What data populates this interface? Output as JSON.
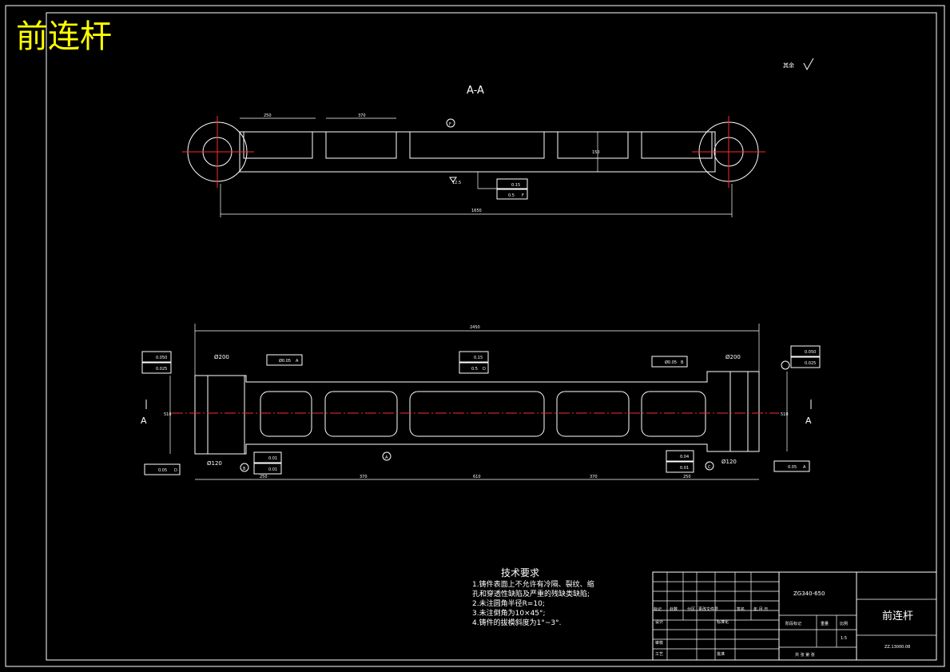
{
  "drawing": {
    "header_title": "前连杆",
    "roughness_note": "其余",
    "section_label": "A-A",
    "cut_mark": "A",
    "colors": {
      "background": "#000000",
      "line": "#ffffff",
      "centerline": "#ff2a2a",
      "title": "#ffff00",
      "hatch": "#ffffff"
    }
  },
  "section_view": {
    "dims": [
      "250",
      "370",
      "1650",
      "150"
    ],
    "tolerances": [
      "0.15",
      "0.5",
      "F"
    ],
    "datum": "F",
    "roughness": "12.5"
  },
  "plan_view": {
    "overall_dim": "2450",
    "left_bore": "Ø200",
    "right_bore": "Ø200",
    "bottom_dims": [
      "250",
      "370",
      "610",
      "370",
      "250"
    ],
    "heights": [
      "510",
      "510"
    ],
    "tolerances": {
      "left_top": [
        "0.050",
        "0.025"
      ],
      "left_pos": [
        "Ø0.05",
        "A"
      ],
      "mid_top": [
        "0.15",
        "0.5",
        "D"
      ],
      "right_pos": [
        "Ø0.05",
        "B"
      ],
      "right_top": [
        "0.050",
        "0.025"
      ],
      "left_bottom_perp": [
        "0.05",
        "D"
      ],
      "left_bottom_circ": [
        "0.01",
        "0.01"
      ],
      "right_bottom_circ": [
        "0.04",
        "0.01"
      ],
      "right_bottom_perp": [
        "0.05",
        "A"
      ]
    },
    "datums": [
      "A",
      "B",
      "C"
    ],
    "fits": [
      "Ø120",
      "Ø120"
    ]
  },
  "tech_requirements": {
    "title": "技术要求",
    "items": [
      "1.铸件表面上不允许有冷隔、裂纹、缩",
      "孔和穿透性缺陷及严重的残缺类缺陷;",
      "2.未注圆角半径R=10;",
      "3.未注倒角为10×45°;",
      "4.铸件的拔模斜度为1°~3°."
    ]
  },
  "title_block": {
    "material": "ZG340-650",
    "part_name": "前连杆",
    "drawing_no": "ZZ.13000.08",
    "scale": "1:5",
    "labels": {
      "mark": "标记",
      "count": "处数",
      "zone": "分区",
      "change_doc": "更改文件号",
      "sign": "签名",
      "date": "年.月.日",
      "design": "设计",
      "standard": "标准化",
      "review": "审核",
      "process": "工艺",
      "approve": "批准",
      "stage_mark": "阶段标记",
      "weight": "重量",
      "scale_label": "比例",
      "sheets": "共  张 第  张"
    }
  }
}
